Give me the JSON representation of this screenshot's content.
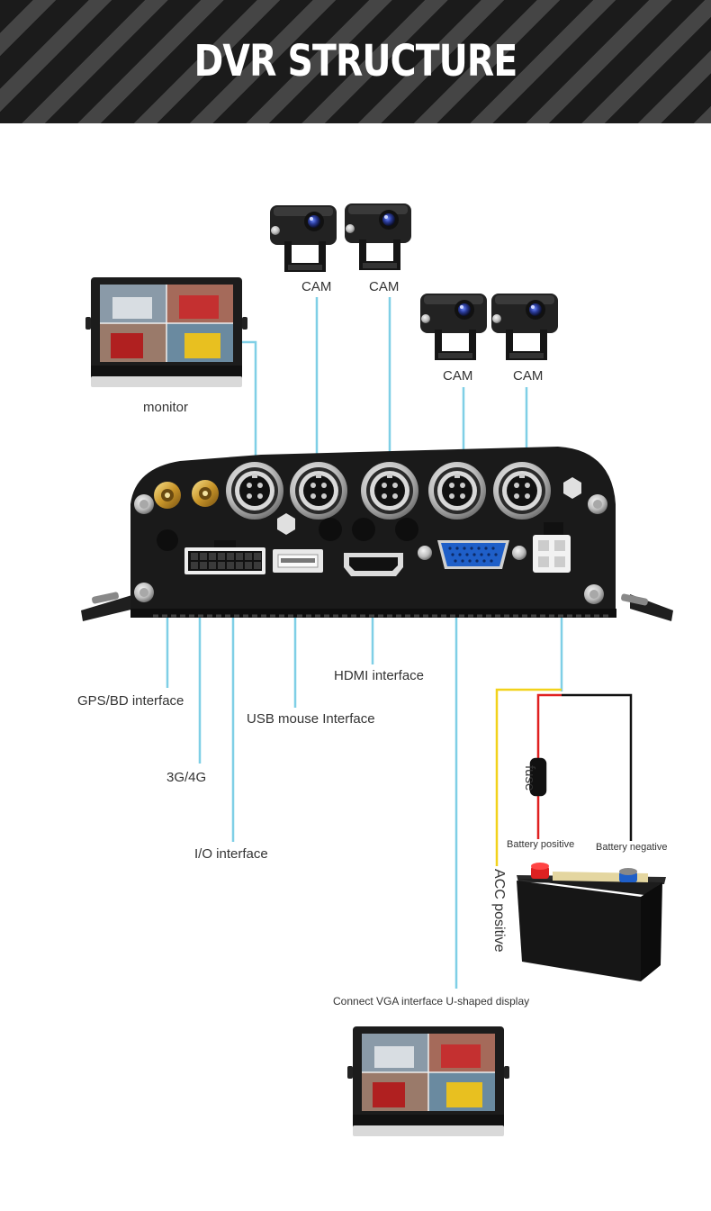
{
  "header": {
    "title": "DVR STRUCTURE"
  },
  "labels": {
    "cam_1": "CAM",
    "cam_2": "CAM",
    "cam_3": "CAM",
    "cam_4": "CAM",
    "monitor": "monitor",
    "gps": "GPS/BD interface",
    "usb": "USB mouse Interface",
    "hdmi": "HDMI interface",
    "g34": "3G/4G",
    "io": "I/O interface",
    "fuse": "fuse",
    "battery_positive": "Battery positive",
    "battery_negative": "Battery negative",
    "acc_positive": "ACC positive",
    "vga_display": "Connect VGA interface U-shaped display"
  },
  "colors": {
    "connector_line": "#7fcfe6",
    "acc_wire": "#f2d21b",
    "positive_wire": "#e02020",
    "negative_wire": "#111111",
    "dvr_body": "#1a1a1a"
  },
  "icons": [
    "camera-icon",
    "monitor-icon",
    "dvr-unit-icon",
    "battery-icon",
    "antenna-connector-icon",
    "vga-port-icon",
    "hdmi-port-icon",
    "usb-port-icon"
  ]
}
